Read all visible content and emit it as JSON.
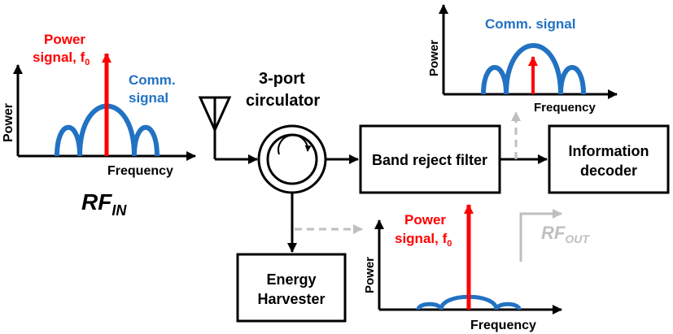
{
  "colors": {
    "black": "#000000",
    "blue": "#2272c3",
    "red": "#ff0000",
    "gray": "#bfbfbf"
  },
  "left_plot": {
    "power_label": "Power",
    "signal_label_line1": "Power",
    "signal_label_line2": "signal, f",
    "signal_sub": "0",
    "comm_label_line1": "Comm.",
    "comm_label_line2": "signal",
    "freq_label": "Frequency"
  },
  "rf_in": {
    "main": "RF",
    "sub": "IN"
  },
  "circulator": {
    "line1": "3-port",
    "line2": "circulator"
  },
  "top_plot": {
    "comm_label": "Comm. signal",
    "power_label": "Power",
    "freq_label": "Frequency"
  },
  "band_reject_filter": {
    "label": "Band reject filter"
  },
  "info_decoder": {
    "line1": "Information",
    "line2": "decoder"
  },
  "energy_harvester": {
    "line1": "Energy",
    "line2": "Harvester"
  },
  "rf_out": {
    "main": "RF",
    "sub": "OUT"
  },
  "bottom_plot": {
    "signal_label_line1": "Power",
    "signal_label_line2": "signal, f",
    "signal_sub": "0",
    "power_label": "Power",
    "freq_label": "Frequency"
  }
}
